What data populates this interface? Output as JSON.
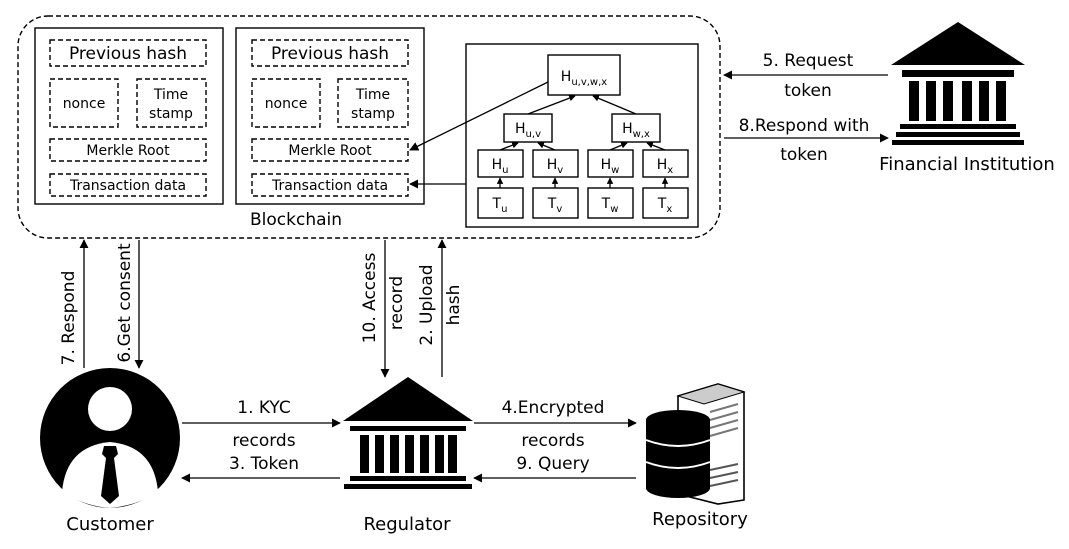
{
  "blockchain": {
    "label": "Blockchain",
    "blocks": [
      {
        "previous_hash": "Previous hash",
        "nonce": "nonce",
        "time": "Time",
        "stamp": "stamp",
        "merkle_root": "Merkle Root",
        "transaction_data": "Transaction data"
      },
      {
        "previous_hash": "Previous hash",
        "nonce": "nonce",
        "time": "Time",
        "stamp": "stamp",
        "merkle_root": "Merkle Root",
        "transaction_data": "Transaction data"
      }
    ],
    "merkle": {
      "root_main": "H",
      "root_sub": "u,v,w,x",
      "l1": [
        {
          "main": "H",
          "sub": "u,v"
        },
        {
          "main": "H",
          "sub": "w,x"
        }
      ],
      "l2": [
        {
          "main": "H",
          "sub": "u"
        },
        {
          "main": "H",
          "sub": "v"
        },
        {
          "main": "H",
          "sub": "w"
        },
        {
          "main": "H",
          "sub": "x"
        }
      ],
      "leaves": [
        {
          "main": "T",
          "sub": "u"
        },
        {
          "main": "T",
          "sub": "v"
        },
        {
          "main": "T",
          "sub": "w"
        },
        {
          "main": "T",
          "sub": "x"
        }
      ]
    }
  },
  "actors": {
    "financial": "Financial Institution",
    "customer": "Customer",
    "regulator": "Regulator",
    "repository": "Repository"
  },
  "flows": {
    "f5_l1": "5. Request",
    "f5_l2": "token",
    "f8_l1": "8.Respond with",
    "f8_l2": "token",
    "f7": "7. Respond",
    "f6": "6.Get consent",
    "f10_l1": "10. Access",
    "f10_l2": "record",
    "f2_l1": "2. Upload",
    "f2_l2": "hash",
    "f1_l1": "1. KYC",
    "f1_l2": "records",
    "f3": "3. Token",
    "f4_l1": "4.Encrypted",
    "f4_l2": "records",
    "f9": "9. Query"
  }
}
